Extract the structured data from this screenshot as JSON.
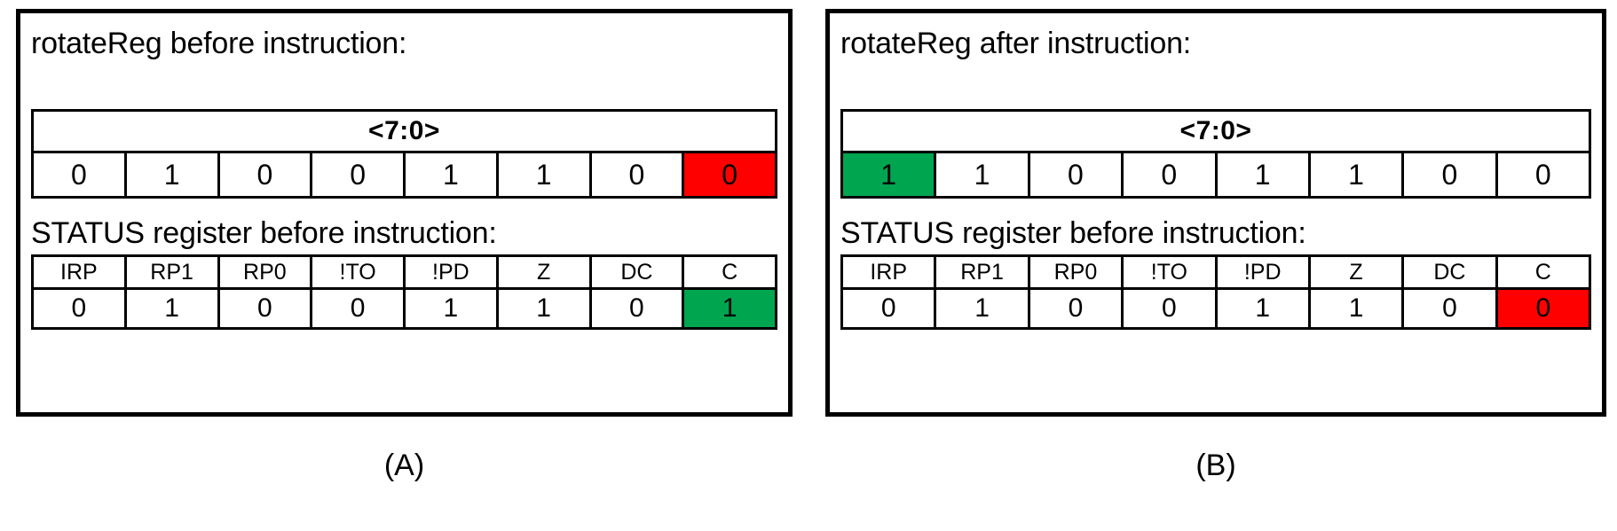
{
  "figure": {
    "panels": [
      {
        "id": "A",
        "caption": "(A)",
        "register_title": "rotateReg before instruction:",
        "register_span_label": "<7:0>",
        "register_bits": [
          "0",
          "1",
          "0",
          "0",
          "1",
          "1",
          "0",
          "0"
        ],
        "register_highlight_index": 7,
        "register_highlight_color": "red",
        "status_title": "STATUS register before instruction:",
        "status_headers": [
          "IRP",
          "RP1",
          "RP0",
          "!TO",
          "!PD",
          "Z",
          "DC",
          "C"
        ],
        "status_bits": [
          "0",
          "1",
          "0",
          "0",
          "1",
          "1",
          "0",
          "1"
        ],
        "status_highlight_index": 7,
        "status_highlight_color": "green"
      },
      {
        "id": "B",
        "caption": "(B)",
        "register_title": "rotateReg after instruction:",
        "register_span_label": "<7:0>",
        "register_bits": [
          "1",
          "1",
          "0",
          "0",
          "1",
          "1",
          "0",
          "0"
        ],
        "register_highlight_index": 0,
        "register_highlight_color": "green",
        "status_title": "STATUS register before instruction:",
        "status_headers": [
          "IRP",
          "RP1",
          "RP0",
          "!TO",
          "!PD",
          "Z",
          "DC",
          "C"
        ],
        "status_bits": [
          "0",
          "1",
          "0",
          "0",
          "1",
          "1",
          "0",
          "0"
        ],
        "status_highlight_index": 7,
        "status_highlight_color": "red"
      }
    ],
    "colors": {
      "red": "#ff0000",
      "green": "#00a550",
      "border": "#000000",
      "background": "#ffffff"
    }
  }
}
